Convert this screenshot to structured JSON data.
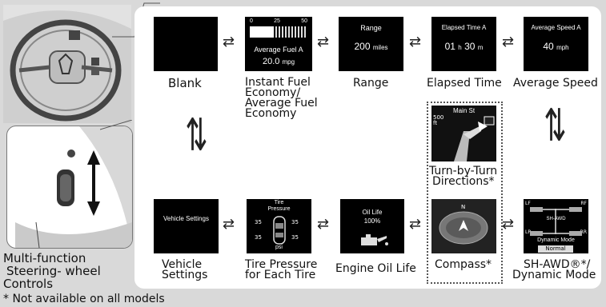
{
  "screens": {
    "blank": {
      "caption": "Blank"
    },
    "instant_fuel": {
      "caption_lines": [
        "Instant Fuel",
        "Economy/",
        "Average Fuel",
        "Economy"
      ],
      "gauge_ticks": [
        "0",
        "25",
        "50"
      ],
      "title": "Average Fuel A",
      "value": "20.0",
      "unit": "mpg"
    },
    "range": {
      "caption": "Range",
      "title": "Range",
      "value": "200",
      "unit": "miles"
    },
    "elapsed": {
      "caption": "Elapsed Time",
      "title": "Elapsed Time A",
      "hours": "01",
      "h_unit": "h",
      "minutes": "30",
      "m_unit": "m"
    },
    "avg_speed": {
      "caption": "Average Speed",
      "title": "Average Speed A",
      "value": "40",
      "unit": "mph"
    },
    "turn_by_turn": {
      "caption_lines": [
        "Turn-by-Turn",
        "Directions*"
      ],
      "street": "Main St",
      "distance": "500",
      "dist_unit": "ft"
    },
    "vehicle_settings": {
      "caption_lines": [
        "Vehicle",
        "Settings"
      ],
      "label": "Vehicle Settings"
    },
    "tire_pressure": {
      "caption_lines": [
        "Tire Pressure",
        "for Each Tire"
      ],
      "title_lines": [
        "Tire",
        "Pressure"
      ],
      "values": [
        "35",
        "35",
        "35",
        "35"
      ],
      "unit": "psi"
    },
    "oil_life": {
      "caption": "Engine Oil Life",
      "title": "Oil Life",
      "value": "100%"
    },
    "compass": {
      "caption": "Compass*",
      "north": "N"
    },
    "shawd": {
      "caption_lines": [
        "SH-AWD®*/",
        "Dynamic Mode"
      ],
      "corners": [
        "LF",
        "RF",
        "LR",
        "RR"
      ],
      "center_label": "SH-AWD",
      "mode_label": "Dynamic Mode",
      "mode_value": "Normal"
    }
  },
  "arrows": {
    "swap": "⇄",
    "vertical": "⇅"
  },
  "left_panel": {
    "label_lines": [
      "Multi-function",
      "Steering- wheel",
      "Controls"
    ]
  },
  "footnote": "* Not available on all models",
  "colors": {
    "background": "#d9d9d9",
    "panel": "#ffffff",
    "screen": "#000000"
  }
}
